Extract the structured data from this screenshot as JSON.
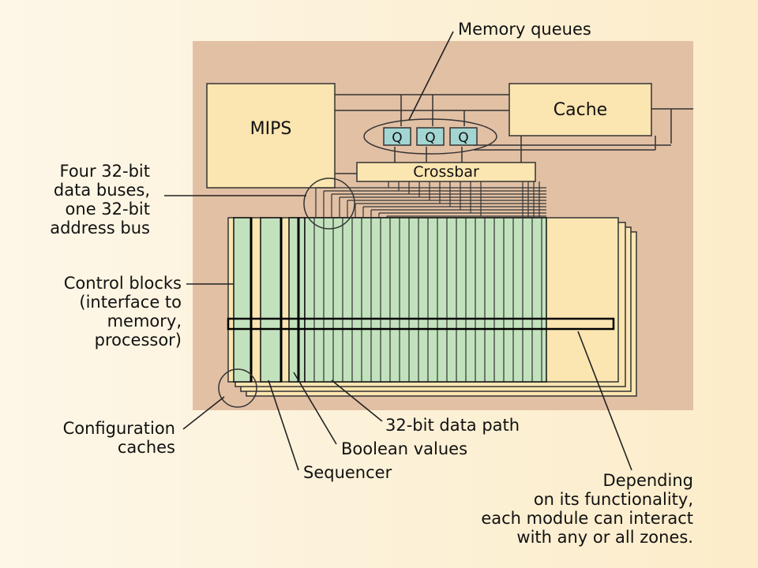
{
  "boxes": {
    "mips": "MIPS",
    "cache": "Cache",
    "crossbar": "Crossbar",
    "queues": [
      "Q",
      "Q",
      "Q"
    ]
  },
  "labels": {
    "memory_queues": "Memory queues",
    "data_buses": [
      "Four 32-bit",
      "data buses,",
      "one 32-bit",
      "address bus"
    ],
    "control_blocks": [
      "Control blocks",
      "(interface to",
      "memory,",
      "processor)"
    ],
    "configuration_caches": [
      "Configuration",
      "caches"
    ],
    "data_path": "32-bit data path",
    "boolean_values": "Boolean values",
    "sequencer": "Sequencer",
    "depending": [
      "Depending",
      "on its functionality,",
      "each module can interact",
      "with any or all zones."
    ]
  },
  "colors": {
    "panel": "#e2c0a4",
    "box": "#fbe5b0",
    "green": "#c2e2bd",
    "queue": "#a3d6d2"
  }
}
